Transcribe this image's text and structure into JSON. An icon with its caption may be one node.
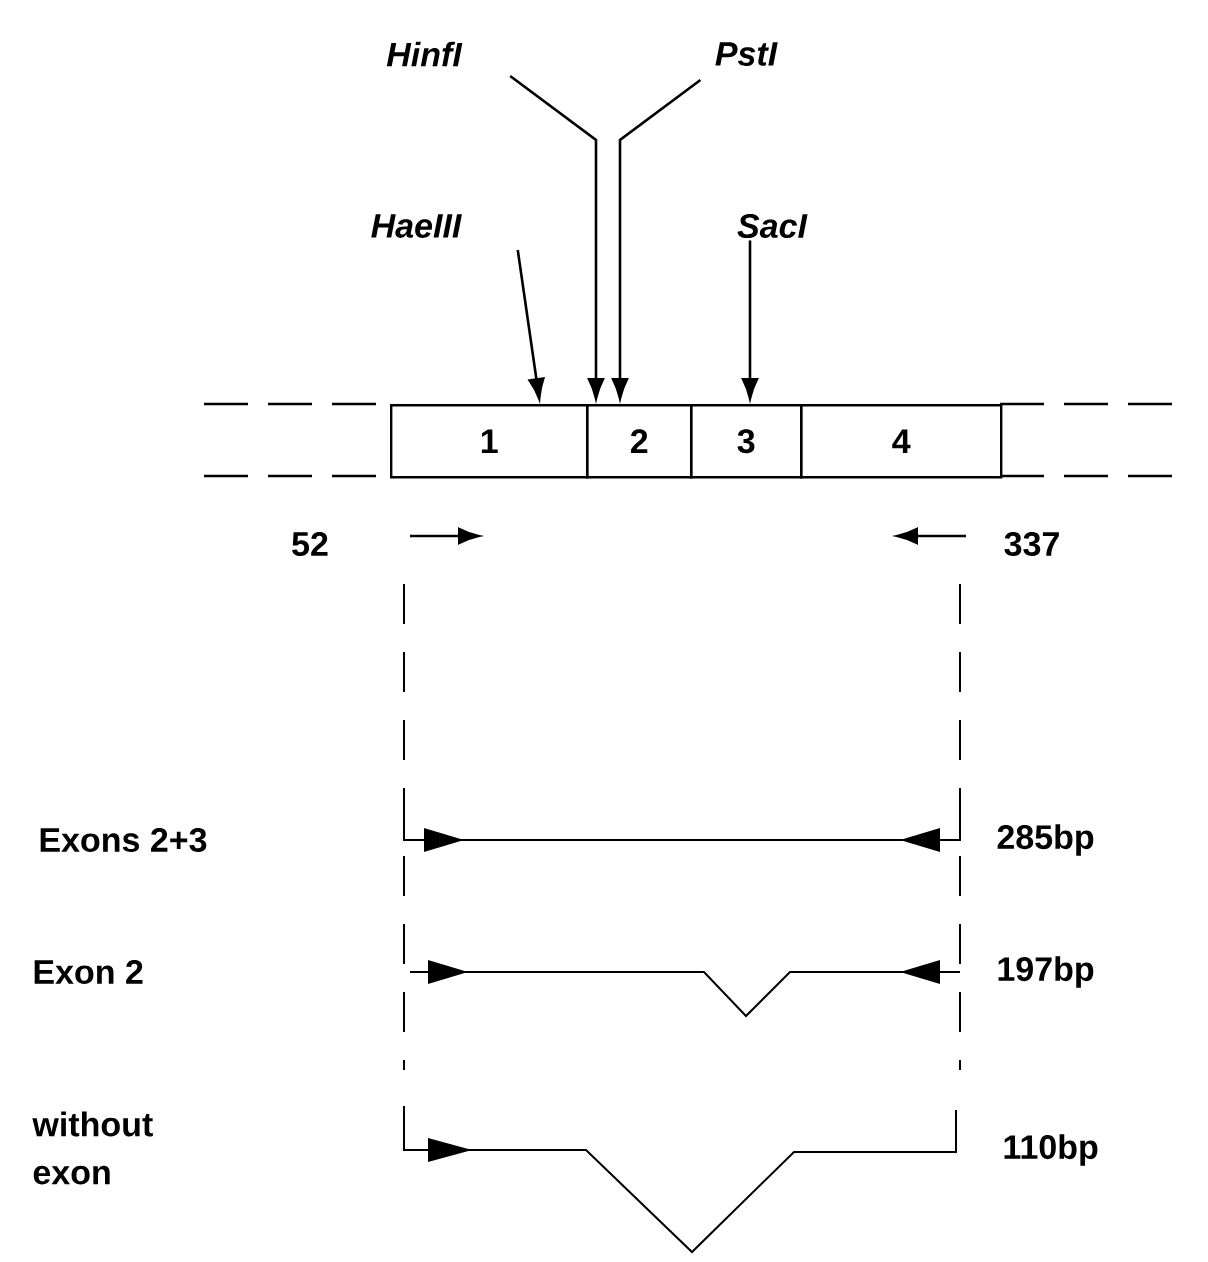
{
  "diagram": {
    "nodes": [
      {
        "text": [
          "HinfI"
        ]
      },
      {
        "text": [
          "PstI"
        ]
      },
      {
        "text": [
          "HaeIII"
        ]
      },
      {
        "text": [
          "SacI"
        ]
      },
      {
        "text": [
          "1"
        ]
      },
      {
        "text": [
          "2"
        ]
      },
      {
        "text": [
          "3"
        ]
      },
      {
        "text": [
          "4"
        ]
      }
    ],
    "edges": [
      {
        "from": 2,
        "to": 4,
        "arrow": "to"
      },
      {
        "from": 0,
        "to": 5,
        "arrow": "to"
      },
      {
        "from": 1,
        "to": 5,
        "arrow": "to"
      },
      {
        "from": 3,
        "to": 6,
        "arrow": "to"
      }
    ],
    "labels": [
      "52",
      "337",
      "Exons 2+3",
      "285bp",
      "Exon 2",
      "197bp",
      "without exon",
      "110bp"
    ]
  }
}
